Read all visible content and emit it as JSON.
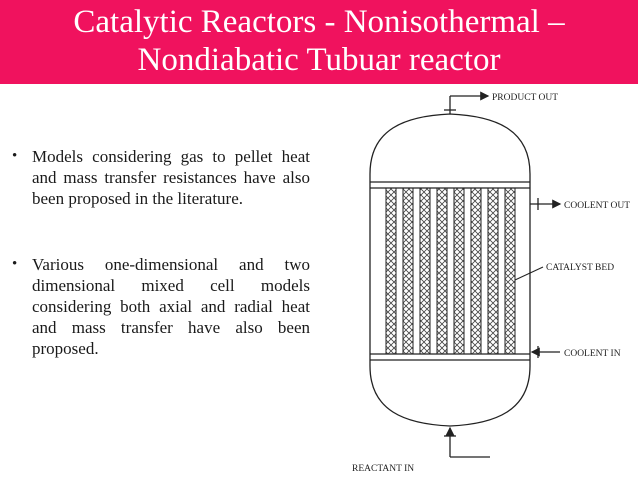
{
  "title": {
    "line1": "Catalytic Reactors - Nonisothermal –",
    "line2": "Nondiabatic Tubuar reactor"
  },
  "bullets": [
    "Models considering gas to pellet heat and mass transfer resistances have also been proposed in the literature.",
    "Various one-dimensional and two dimensional mixed cell models considering both axial and radial heat and mass transfer have also been proposed."
  ],
  "bullet_symbol": "•",
  "diagram": {
    "labels": {
      "product_out": "PRODUCT OUT",
      "coolent_out": "COOLENT OUT",
      "catalyst_bed": "CATALYST BED",
      "coolent_in": "COOLENT IN",
      "reactant_in": "REACTANT IN"
    }
  },
  "colors": {
    "title_bg": "#f0125e",
    "title_text": "#ffffff"
  }
}
